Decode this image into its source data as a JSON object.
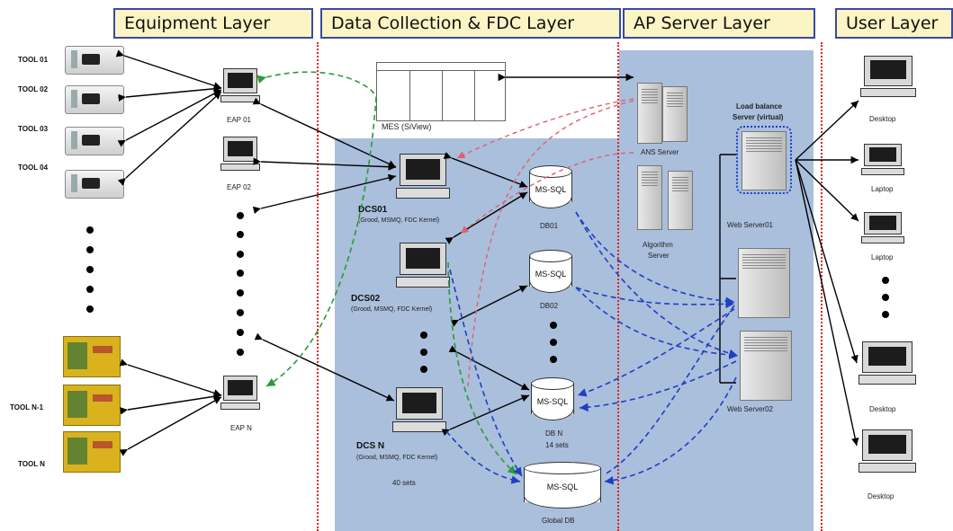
{
  "layers": {
    "equipment": "Equipment Layer",
    "data_collection": "Data Collection & FDC Layer",
    "ap_server": "AP Server Layer",
    "user": "User Layer"
  },
  "tools": {
    "tool01": "TOOL 01",
    "tool02": "TOOL 02",
    "tool03": "TOOL 03",
    "tool04": "TOOL 04",
    "tooln1": "TOOL N-1",
    "tooln": "TOOL N"
  },
  "eap": {
    "eap01": "EAP 01",
    "eap02": "EAP 02",
    "eapn": "EAP N"
  },
  "mes": {
    "label": "MES (SiView)"
  },
  "dcs": {
    "dcs01": {
      "name": "DCS01",
      "sub": "(Grood, MSMQ, FDC Kernel)"
    },
    "dcs02": {
      "name": "DCS02",
      "sub": "(Grood, MSMQ, FDC Kernel)"
    },
    "dcsn": {
      "name": "DCS N",
      "sub": "(Grood, MSMQ, FDC Kernel)",
      "sets": "40 sets"
    }
  },
  "db": {
    "engine": "MS-SQL",
    "db01": "DB01",
    "db02": "DB02",
    "dbn": "DB N",
    "dbn_sets": "14 sets",
    "global": "Global DB"
  },
  "ap": {
    "ans": "ANS Server",
    "algorithm_1": "Algorithm",
    "algorithm_2": "Server",
    "lb_1": "Load balance",
    "lb_2": "Server (virtual)",
    "web1": "Web Server01",
    "web2": "Web Server02"
  },
  "users": {
    "desktop1": "Desktop",
    "laptop1": "Laptop",
    "laptop2": "Laptop",
    "desktop2": "Desktop",
    "desktop3": "Desktop"
  },
  "colors": {
    "header_bg": "#fbf4c4",
    "header_border": "#3a4aa0",
    "panel_blue": "#a9bfdc",
    "boundary_red": "#e02020",
    "arrow_black": "#000000",
    "arrow_green": "#2a9a3a",
    "arrow_pink": "#e06070",
    "arrow_blue": "#1f3fc0"
  }
}
